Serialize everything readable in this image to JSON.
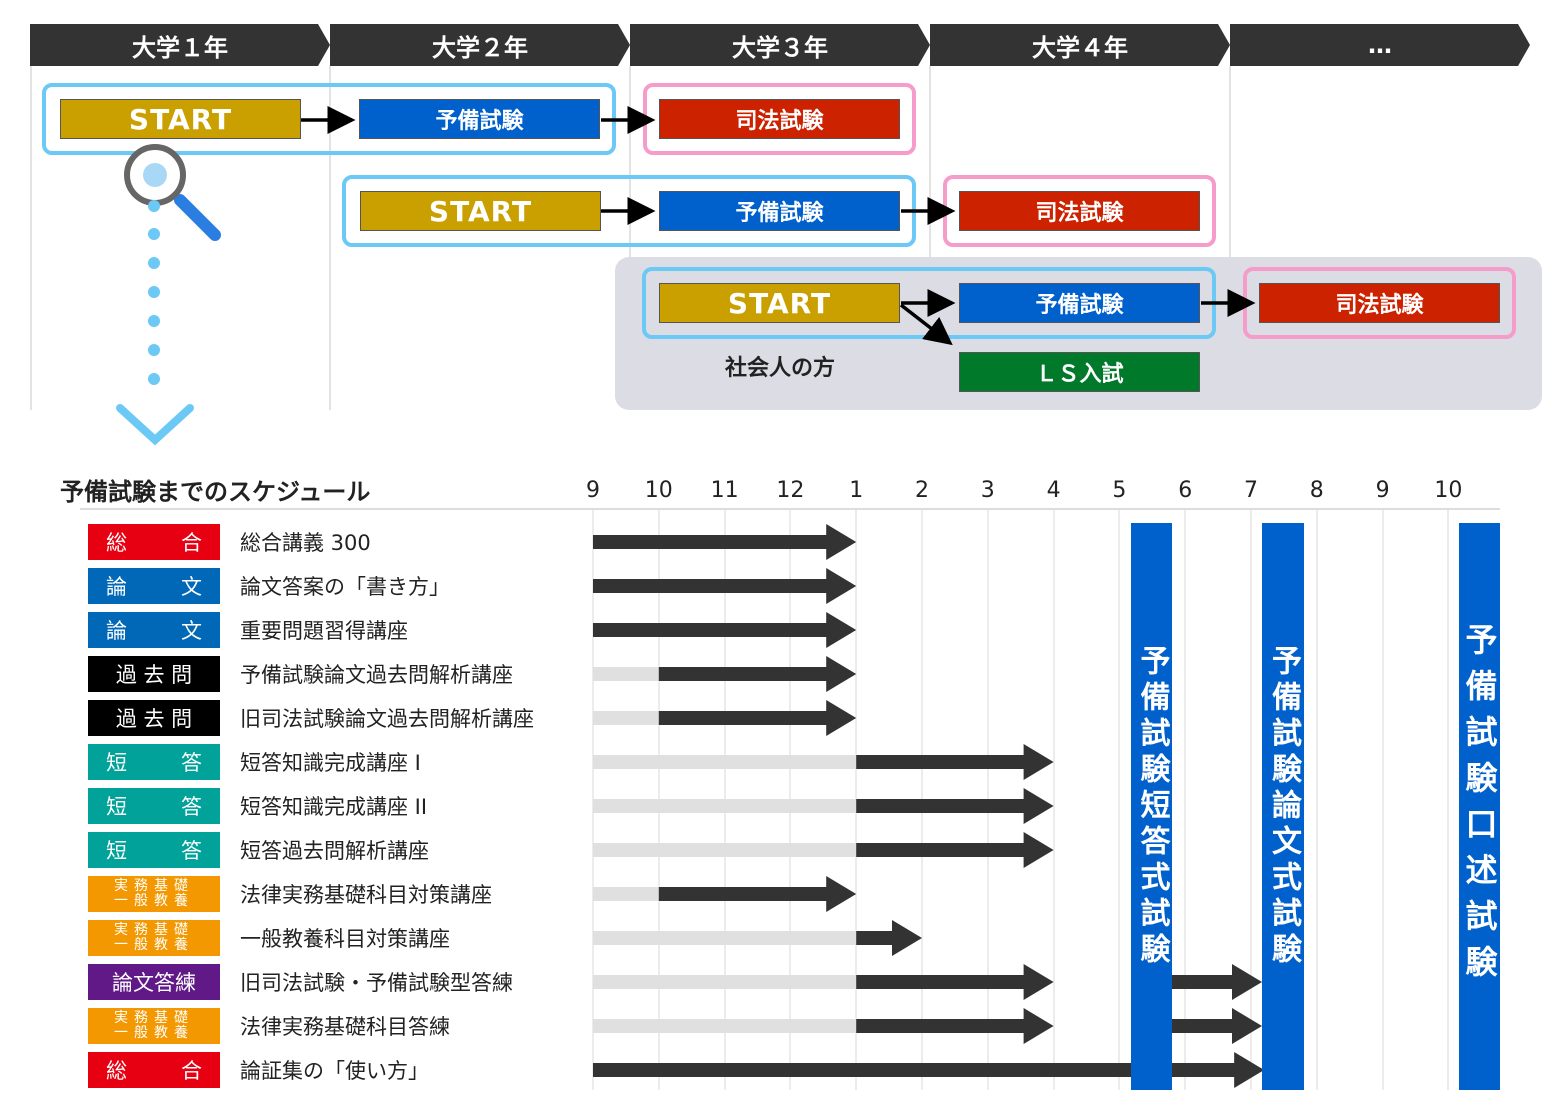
{
  "years": [
    "大学１年",
    "大学２年",
    "大学３年",
    "大学４年",
    "…"
  ],
  "start": "START",
  "yobi": "予備試験",
  "shiho": "司法試験",
  "ls": "ＬＳ入試",
  "shakaijin": "社会人の方",
  "schedule_title": "予備試験までのスケジュール",
  "months": [
    "9",
    "10",
    "11",
    "12",
    "1",
    "2",
    "3",
    "4",
    "5",
    "6",
    "7",
    "8",
    "9",
    "10"
  ],
  "rows": [
    {
      "tag": "総合",
      "tag_a": "総",
      "tag_b": "合",
      "color": "#e60012",
      "name": "総合講義 300",
      "gray_from": 0,
      "from": 0,
      "to": 4
    },
    {
      "tag": "論文",
      "tag_a": "論",
      "tag_b": "文",
      "color": "#0068b7",
      "name": "論文答案の「書き方」",
      "gray_from": 0,
      "from": 0,
      "to": 4
    },
    {
      "tag": "論文",
      "tag_a": "論",
      "tag_b": "文",
      "color": "#0068b7",
      "name": "重要問題習得講座",
      "gray_from": 0,
      "from": 0,
      "to": 4
    },
    {
      "tag": "過去問",
      "tag_a": "過 去 問",
      "tag_b": "",
      "color": "#000000",
      "name": "予備試験論文過去問解析講座",
      "gray_from": 0,
      "from": 1,
      "to": 4
    },
    {
      "tag": "過去問",
      "tag_a": "過 去 問",
      "tag_b": "",
      "color": "#000000",
      "name": "旧司法試験論文過去問解析講座",
      "gray_from": 0,
      "from": 1,
      "to": 4
    },
    {
      "tag": "短答",
      "tag_a": "短",
      "tag_b": "答",
      "color": "#00a29a",
      "name": "短答知識完成講座 I",
      "gray_from": 0,
      "from": 4,
      "to": 7
    },
    {
      "tag": "短答",
      "tag_a": "短",
      "tag_b": "答",
      "color": "#00a29a",
      "name": "短答知識完成講座 II",
      "gray_from": 0,
      "from": 4,
      "to": 7
    },
    {
      "tag": "短答",
      "tag_a": "短",
      "tag_b": "答",
      "color": "#00a29a",
      "name": "短答過去問解析講座",
      "gray_from": 0,
      "from": 4,
      "to": 7
    },
    {
      "tag": "実務基礎 一般教養",
      "tag_a": "実務基礎",
      "tag_b": "一般教養",
      "small": true,
      "color": "#f39800",
      "name": "法律実務基礎科目対策講座",
      "gray_from": 0,
      "from": 1,
      "to": 4
    },
    {
      "tag": "実務基礎 一般教養",
      "tag_a": "実務基礎",
      "tag_b": "一般教養",
      "small": true,
      "color": "#f39800",
      "name": "一般教養科目対策講座",
      "gray_from": 0,
      "from": 4,
      "to": 5
    },
    {
      "tag": "論文答練",
      "tag_a": "論文答練",
      "tag_b": "",
      "color": "#601986",
      "name": "旧司法試験・予備試験型答練",
      "gray_from": 0,
      "from": 4,
      "to": 7,
      "extra": true
    },
    {
      "tag": "実務基礎 一般教養",
      "tag_a": "実務基礎",
      "tag_b": "一般教養",
      "small": true,
      "color": "#f39800",
      "name": "法律実務基礎科目答練",
      "gray_from": 0,
      "from": 4,
      "to": 7,
      "extra": true
    },
    {
      "tag": "総合",
      "tag_a": "総",
      "tag_b": "合",
      "color": "#e60012",
      "name": "論証集の「使い方」",
      "gray_from": 0,
      "from": 0,
      "to": 10.2
    }
  ],
  "exams": [
    "予備試験短答式試験",
    "予備試験論文式試験",
    "予備試験口述試験"
  ]
}
